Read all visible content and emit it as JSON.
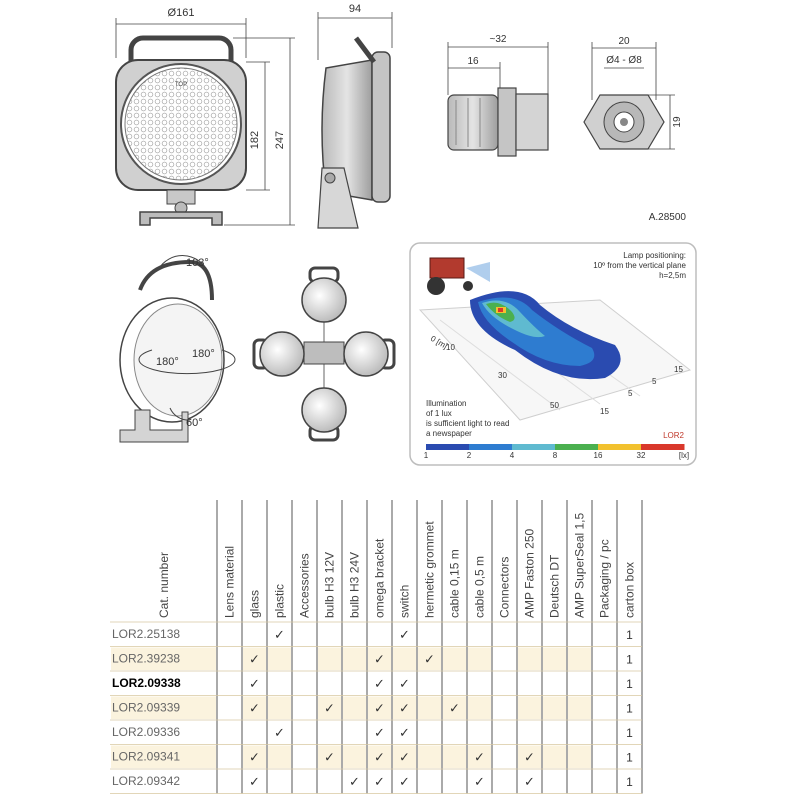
{
  "drawing": {
    "front_diameter": "Ø161",
    "front_height_inner": "182",
    "front_height_total": "247",
    "top_mark": "TOP",
    "side_width": "94",
    "grommet_length_total": "~32",
    "grommet_length_thread": "16",
    "grommet_width": "20",
    "grommet_cable_range": "Ø4 - Ø8",
    "grommet_height": "19",
    "drawing_code": "A.28500",
    "angle_tilt": "103°",
    "angle_rotate_left": "180°",
    "angle_rotate_right": "180°",
    "angle_bottom": "60°"
  },
  "illumination": {
    "positioning_title": "Lamp positioning:",
    "positioning_angle": "10º from the vertical plane",
    "positioning_height": "h=2,5m",
    "axis_unit": "0 [m]",
    "distance_ticks": [
      "10",
      "30",
      "50"
    ],
    "lateral_ticks": [
      "15",
      "5",
      "5",
      "15"
    ],
    "note_lines": [
      "Illumination",
      "of 1 lux",
      "is sufficient light to read",
      "a newspaper"
    ],
    "model_label": "LOR2",
    "scale_values": [
      "1",
      "2",
      "4",
      "8",
      "16",
      "32",
      "[lx]"
    ],
    "scale_colors": [
      "#2a4bb0",
      "#2e7cd0",
      "#5fbad0",
      "#4bb04f",
      "#f2c12e",
      "#d9382b"
    ]
  },
  "table": {
    "headers": [
      "Cat. number",
      "Lens material",
      "glass",
      "plastic",
      "Accessories",
      "bulb H3 12V",
      "bulb H3 24V",
      "omega bracket",
      "switch",
      "hermetic grommet",
      "cable 0,15 m",
      "cable 0,5 m",
      "Connectors",
      "AMP Faston 250",
      "Deutsch DT",
      "AMP SuperSeal 1,5",
      "Packaging / pc",
      "carton box"
    ],
    "check_mark": "✓",
    "rows": [
      {
        "cat": "LOR2.25138",
        "bold": false,
        "shaded": false,
        "checks": [
          0,
          1,
          0,
          0,
          0,
          1,
          0,
          0,
          0,
          0,
          0,
          0,
          0,
          0
        ],
        "carton": "1"
      },
      {
        "cat": "LOR2.39238",
        "bold": false,
        "shaded": true,
        "checks": [
          1,
          0,
          0,
          0,
          1,
          0,
          1,
          0,
          0,
          0,
          0,
          0
        ],
        "carton": "1"
      },
      {
        "cat": "LOR2.09338",
        "bold": true,
        "shaded": false,
        "checks": [
          1,
          0,
          0,
          0,
          1,
          1,
          0,
          0,
          0,
          0,
          0,
          0
        ],
        "carton": "1"
      },
      {
        "cat": "LOR2.09339",
        "bold": false,
        "shaded": true,
        "checks": [
          1,
          0,
          1,
          0,
          1,
          1,
          0,
          1,
          0,
          0,
          0,
          0
        ],
        "carton": "1"
      },
      {
        "cat": "LOR2.09336",
        "bold": false,
        "shaded": false,
        "checks": [
          0,
          1,
          0,
          0,
          1,
          1,
          0,
          0,
          0,
          0,
          0,
          0
        ],
        "carton": "1"
      },
      {
        "cat": "LOR2.09341",
        "bold": false,
        "shaded": true,
        "checks": [
          1,
          0,
          1,
          0,
          1,
          1,
          0,
          0,
          1,
          1,
          0,
          0
        ],
        "carton": "1"
      },
      {
        "cat": "LOR2.09342",
        "bold": false,
        "shaded": false,
        "checks": [
          1,
          0,
          0,
          1,
          1,
          1,
          0,
          0,
          1,
          1,
          0,
          0
        ],
        "carton": "1"
      }
    ]
  }
}
